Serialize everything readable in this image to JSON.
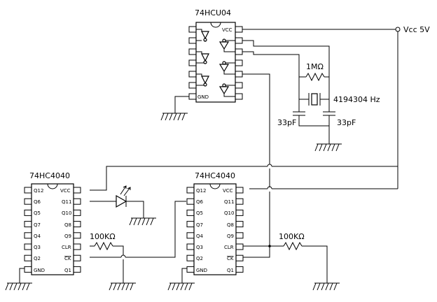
{
  "chips": {
    "inverter": {
      "title": "74HCU04",
      "vcc": "VCC",
      "gnd": "GND"
    },
    "counter_a": {
      "title": "74HC4040",
      "left_pins": [
        "Q12",
        "Q6",
        "Q5",
        "Q7",
        "Q4",
        "Q3",
        "Q2",
        "GND"
      ],
      "right_pins": [
        "VCC",
        "Q11",
        "Q10",
        "Q8",
        "Q9",
        "CLR",
        "CK",
        "Q1"
      ]
    },
    "counter_b": {
      "title": "74HC4040",
      "left_pins": [
        "Q12",
        "Q6",
        "Q5",
        "Q7",
        "Q4",
        "Q3",
        "Q2",
        "GND"
      ],
      "right_pins": [
        "VCC",
        "Q11",
        "Q10",
        "Q8",
        "Q9",
        "CLR",
        "CK",
        "Q1"
      ]
    }
  },
  "components": {
    "feedback_resistor": "1MΩ",
    "crystal": "4194304 Hz",
    "cap_left": "33pF",
    "cap_right": "33pF",
    "res_a": "100KΩ",
    "res_b": "100KΩ"
  },
  "supply": {
    "label": "Vcc 5V"
  }
}
